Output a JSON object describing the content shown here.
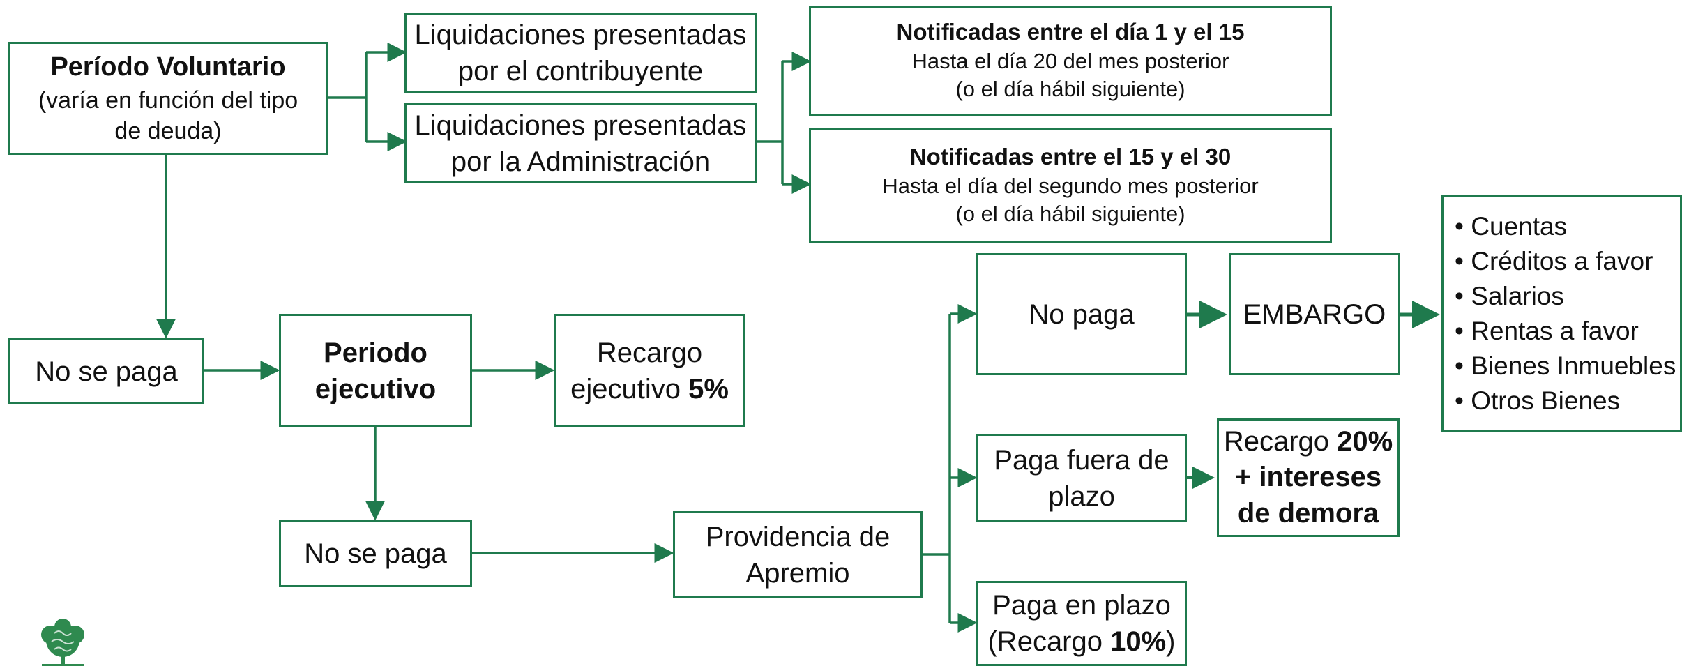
{
  "colors": {
    "line": "#1f7a4d",
    "logo": "#2f8a4f"
  },
  "boxes": {
    "voluntario": {
      "title": "Período Voluntario",
      "l1": "(varía en función del tipo",
      "l2": "de deuda)"
    },
    "liq_contribuyente": {
      "l1": "Liquidaciones presentadas",
      "l2": "por el contribuyente"
    },
    "liq_administracion": {
      "l1": "Liquidaciones presentadas",
      "l2": "por la Administración"
    },
    "notif_1_15": {
      "title": "Notificadas entre el día 1 y el 15",
      "l1": "Hasta el día 20 del mes posterior",
      "l2": "(o el día hábil siguiente)"
    },
    "notif_15_30": {
      "title": "Notificadas entre el 15 y el 30",
      "l1": "Hasta el día del segundo mes posterior",
      "l2": "(o el día hábil siguiente)"
    },
    "no_se_paga_1": {
      "label": "No se paga"
    },
    "ejecutivo": {
      "l1": "Periodo",
      "l2": "ejecutivo"
    },
    "recargo_ejecutivo": {
      "l1": "Recargo",
      "l2a": "ejecutivo ",
      "l2b": "5%"
    },
    "no_se_paga_2": {
      "label": "No se paga"
    },
    "apremio": {
      "l1": "Providencia de",
      "l2": "Apremio"
    },
    "no_paga": {
      "label": "No paga"
    },
    "embargo": {
      "label": "EMBARGO"
    },
    "paga_fuera": {
      "l1": "Paga fuera de",
      "l2": "plazo"
    },
    "recargo_20": {
      "l1a": "Recargo ",
      "l1b": "20%",
      "l2": "+ intereses",
      "l3": "de demora"
    },
    "paga_plazo": {
      "l1": "Paga en plazo",
      "l2a": "(Recargo ",
      "l2b": "10%",
      "l2c": ")"
    },
    "bienes": {
      "items": [
        "Cuentas",
        "Créditos a favor",
        "Salarios",
        "Rentas a favor",
        "Bienes Inmuebles",
        "Otros Bienes"
      ]
    }
  },
  "logo": {
    "icon": "tree-icon"
  }
}
